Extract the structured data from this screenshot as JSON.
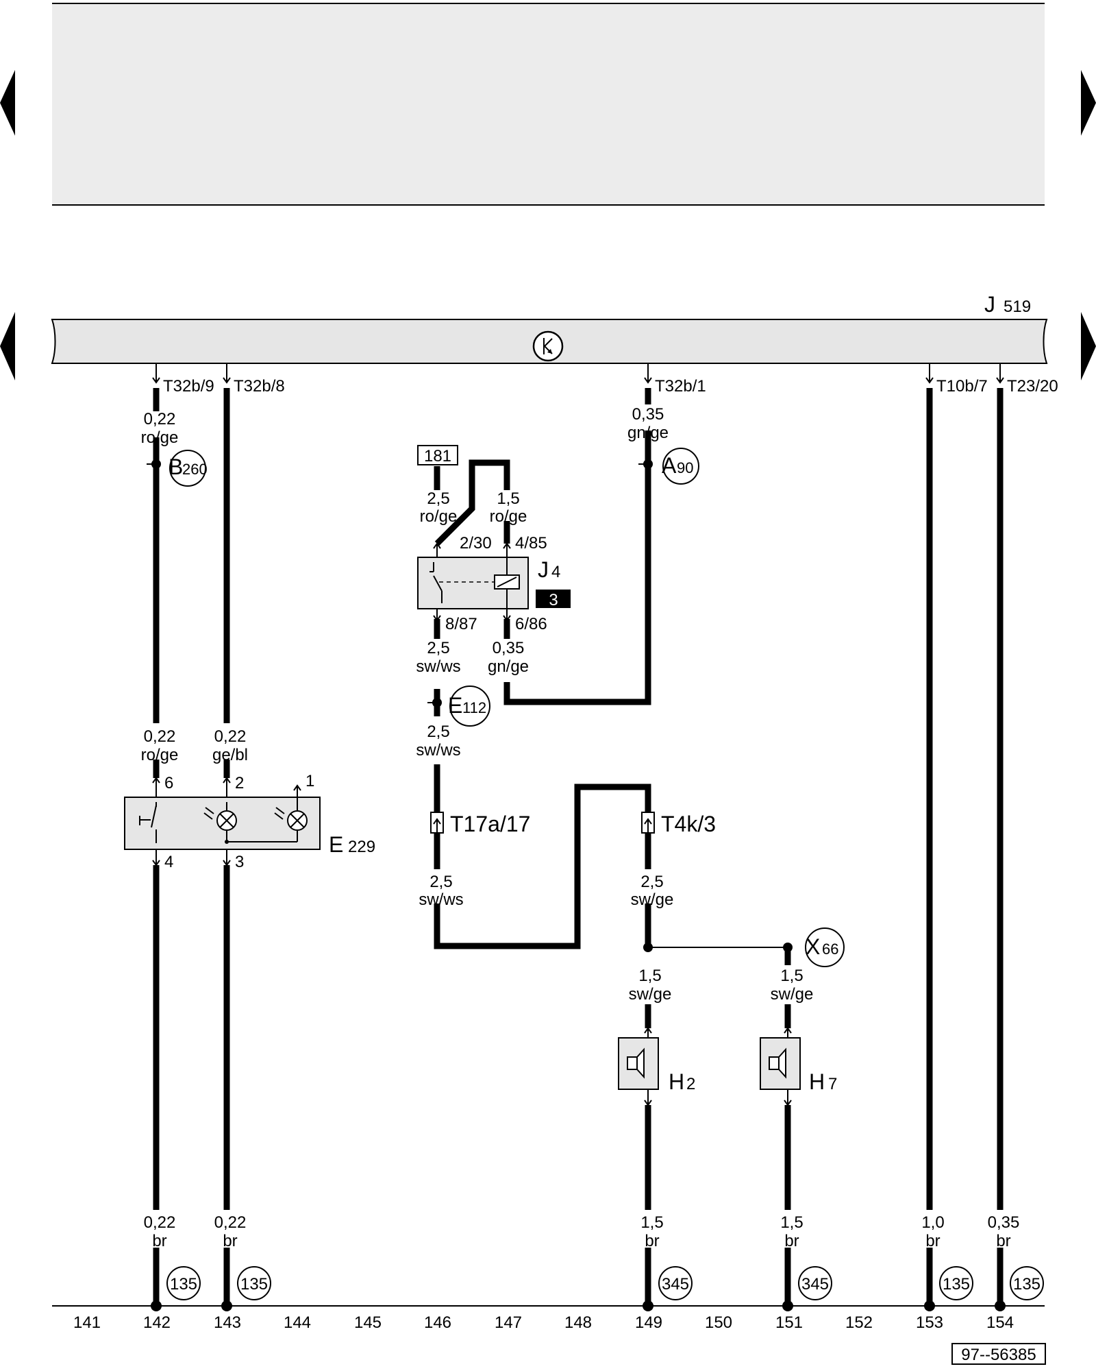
{
  "components": {
    "J519": {
      "letter": "J",
      "sub": "519"
    },
    "J4": {
      "letter": "J",
      "sub": "4",
      "badge": "3"
    },
    "E229": {
      "letter": "E",
      "sub": "229"
    },
    "H2": {
      "letter": "H",
      "sub": "2"
    },
    "H7": {
      "letter": "H",
      "sub": "7"
    },
    "relay_in": "181"
  },
  "connectors": {
    "c1": "T32b/9",
    "c2": "T32b/8",
    "c3": "T32b/1",
    "c4": "T10b/7",
    "c5": "T23/20",
    "t17": "T17a/17",
    "t4k": "T4k/3"
  },
  "pins": {
    "j4_a": "2/30",
    "j4_b": "4/85",
    "j4_c": "8/87",
    "j4_d": "6/86",
    "e229_6": "6",
    "e229_2": "2",
    "e229_1": "1",
    "e229_4": "4",
    "e229_3": "3"
  },
  "wires": {
    "w1": {
      "gauge": "0,22",
      "color": "ro/ge"
    },
    "w2": {
      "gauge": "0,35",
      "color": "gn/ge"
    },
    "w3": {
      "gauge": "2,5",
      "color": "ro/ge"
    },
    "w4": {
      "gauge": "1,5",
      "color": "ro/ge"
    },
    "w5": {
      "gauge": "2,5",
      "color": "sw/ws"
    },
    "w6": {
      "gauge": "0,35",
      "color": "gn/ge"
    },
    "w7": {
      "gauge": "2,5",
      "color": "sw/ws"
    },
    "w8": {
      "gauge": "0,22",
      "color": "ro/ge"
    },
    "w9": {
      "gauge": "0,22",
      "color": "ge/bl"
    },
    "w10": {
      "gauge": "2,5",
      "color": "sw/ws"
    },
    "w11": {
      "gauge": "2,5",
      "color": "sw/ge"
    },
    "w12": {
      "gauge": "1,5",
      "color": "sw/ge"
    },
    "w13": {
      "gauge": "1,5",
      "color": "sw/ge"
    },
    "b1": {
      "gauge": "0,22",
      "color": "br"
    },
    "b2": {
      "gauge": "0,22",
      "color": "br"
    },
    "b3": {
      "gauge": "1,5",
      "color": "br"
    },
    "b4": {
      "gauge": "1,5",
      "color": "br"
    },
    "b5": {
      "gauge": "1,0",
      "color": "br"
    },
    "b6": {
      "gauge": "0,35",
      "color": "br"
    }
  },
  "splices": {
    "B260": {
      "letter": "B",
      "sub": "260"
    },
    "A90": {
      "letter": "A",
      "sub": "90"
    },
    "E112": {
      "letter": "E",
      "sub": "112"
    },
    "X66": {
      "letter": "X",
      "sub": "66"
    }
  },
  "grounds": {
    "g142": "135",
    "g143": "135",
    "g149": "345",
    "g151": "345",
    "g153": "135",
    "g154": "135"
  },
  "track_numbers": [
    "141",
    "142",
    "143",
    "144",
    "145",
    "146",
    "147",
    "148",
    "149",
    "150",
    "151",
    "152",
    "153",
    "154"
  ],
  "doc_number": "97--56385"
}
